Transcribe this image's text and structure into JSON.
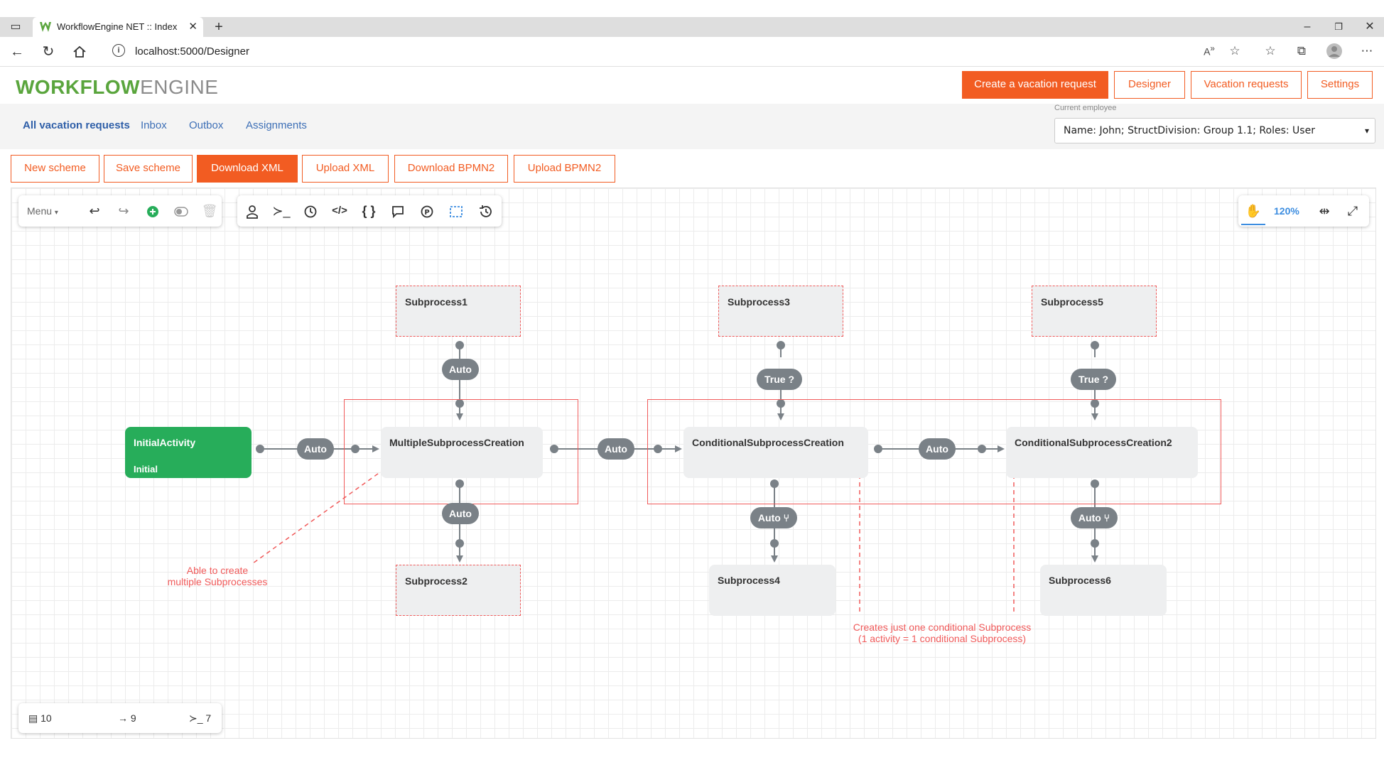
{
  "browser": {
    "tab_title": "WorkflowEngine NET :: Index",
    "url": "localhost:5000/Designer"
  },
  "header": {
    "logo_strong": "WORKFLOW",
    "logo_light": "ENGINE",
    "buttons": [
      "Create a vacation request",
      "Designer",
      "Vacation requests",
      "Settings"
    ]
  },
  "subnav": {
    "links": [
      "All vacation requests",
      "Inbox",
      "Outbox",
      "Assignments"
    ],
    "employee_label": "Current employee",
    "employee_value": "Name: John; StructDivision: Group 1.1; Roles: User"
  },
  "actions": [
    "New scheme",
    "Save scheme",
    "Download XML",
    "Upload XML",
    "Download BPMN2",
    "Upload BPMN2"
  ],
  "toolbar": {
    "menu_label": "Menu",
    "zoom": "120%"
  },
  "diagram": {
    "initial": {
      "name": "InitialActivity",
      "state": "Initial"
    },
    "multiple": {
      "name": "MultipleSubprocessCreation"
    },
    "conditional1": {
      "name": "ConditionalSubprocessCreation"
    },
    "conditional2": {
      "name": "ConditionalSubprocessCreation2"
    },
    "subprocesses": [
      "Subprocess1",
      "Subprocess2",
      "Subprocess3",
      "Subprocess4",
      "Subprocess5",
      "Subprocess6"
    ],
    "pills": {
      "auto": "Auto",
      "true": "True ?",
      "auto_split": "Auto ⑂"
    },
    "annotations": {
      "multiple_1": "Able to create",
      "multiple_2": "multiple Subprocesses",
      "conditional_1": "Creates just one conditional Subprocess",
      "conditional_2": "(1 activity = 1 conditional Subprocess)"
    }
  },
  "stats": {
    "activities": "10",
    "transitions": "9",
    "commands": "7"
  },
  "colors": {
    "accent": "#f25c22",
    "initial_green": "#27ad5a",
    "dashed_red": "#f05a5a",
    "pill_gray": "#7a8187"
  }
}
